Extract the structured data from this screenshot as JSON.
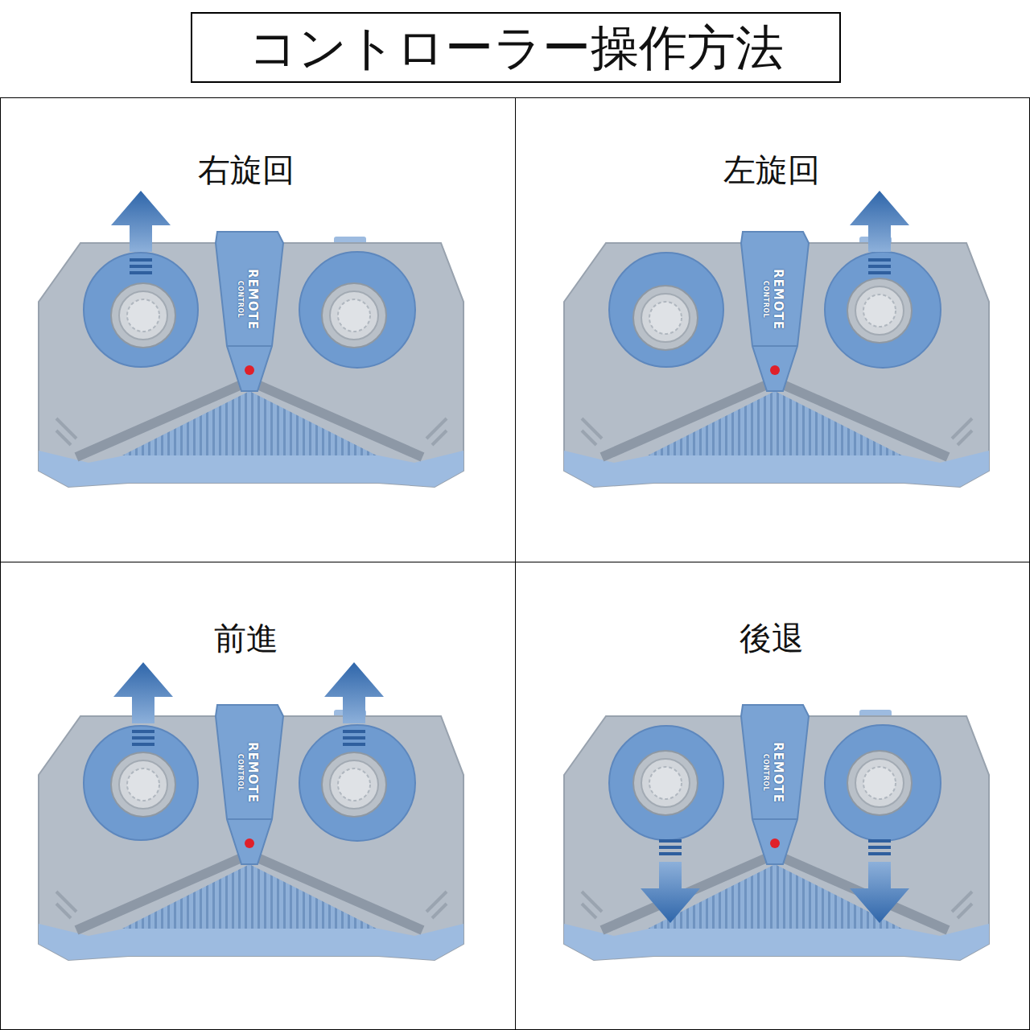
{
  "diagram": {
    "title": "コントローラー操作方法",
    "nodes": [
      {
        "text": [
          "右旋回"
        ]
      },
      {
        "text": [
          "左旋回"
        ]
      },
      {
        "text": [
          "前進"
        ]
      },
      {
        "text": [
          "後退"
        ]
      }
    ],
    "labels": [
      "REMOTE",
      "CONTROL",
      "REMOTE",
      "CONTROL",
      "REMOTE",
      "CONTROL",
      "REMOTE",
      "CONTROL"
    ]
  }
}
